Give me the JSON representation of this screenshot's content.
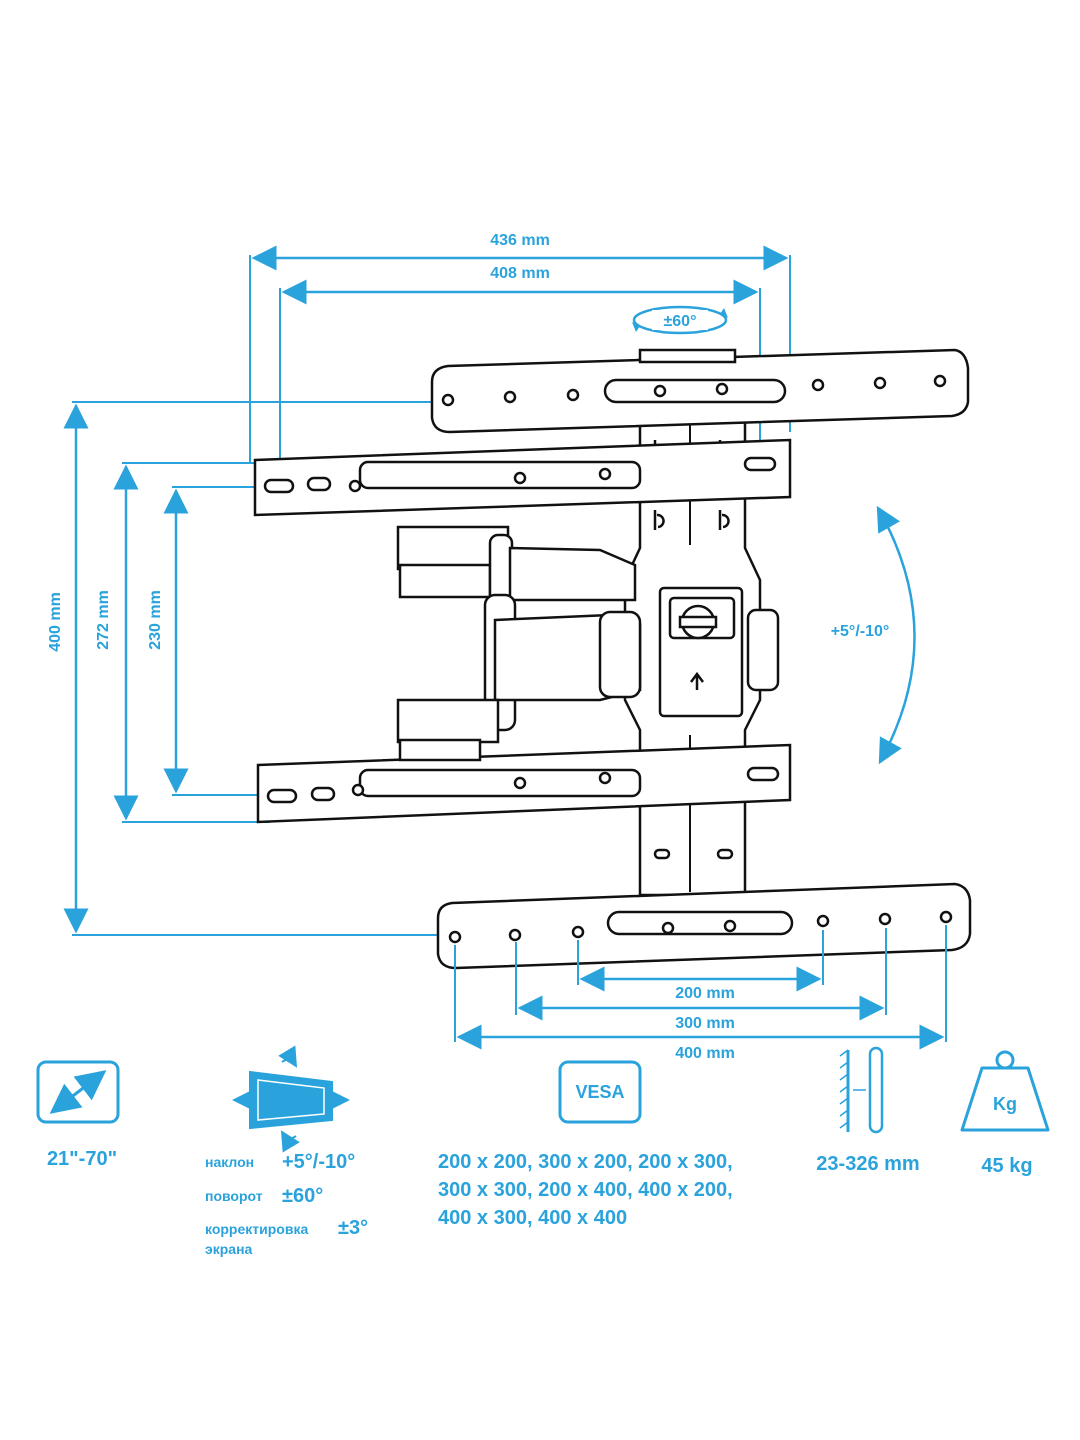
{
  "dimensions": {
    "width_436": "436 mm",
    "width_408": "408 mm",
    "height_400": "400 mm",
    "height_272": "272 mm",
    "height_230": "230 mm",
    "vesa_200": "200 mm",
    "vesa_300": "300 mm",
    "vesa_400": "400 mm",
    "swivel": "±60°",
    "tilt": "+5°/-10°"
  },
  "specs": {
    "screen_size": "21\"-70\"",
    "tilt_label": "наклон",
    "tilt_value": "+5°/-10°",
    "swivel_label": "поворот",
    "swivel_value": "±60°",
    "level_label_1": "корректировка",
    "level_label_2": "экрана",
    "level_value": "±3°",
    "vesa_badge": "VESA",
    "vesa_line1": "200 x 200, 300 x 200, 200 x 300,",
    "vesa_line2": "300 x 300, 200 x 400, 400 x 200,",
    "vesa_line3": "400 x 300, 400 x 400",
    "wall_distance": "23-326 mm",
    "weight_badge": "Kg",
    "weight": "45 kg"
  },
  "colors": {
    "accent": "#2aa3dc",
    "line": "#111111"
  }
}
